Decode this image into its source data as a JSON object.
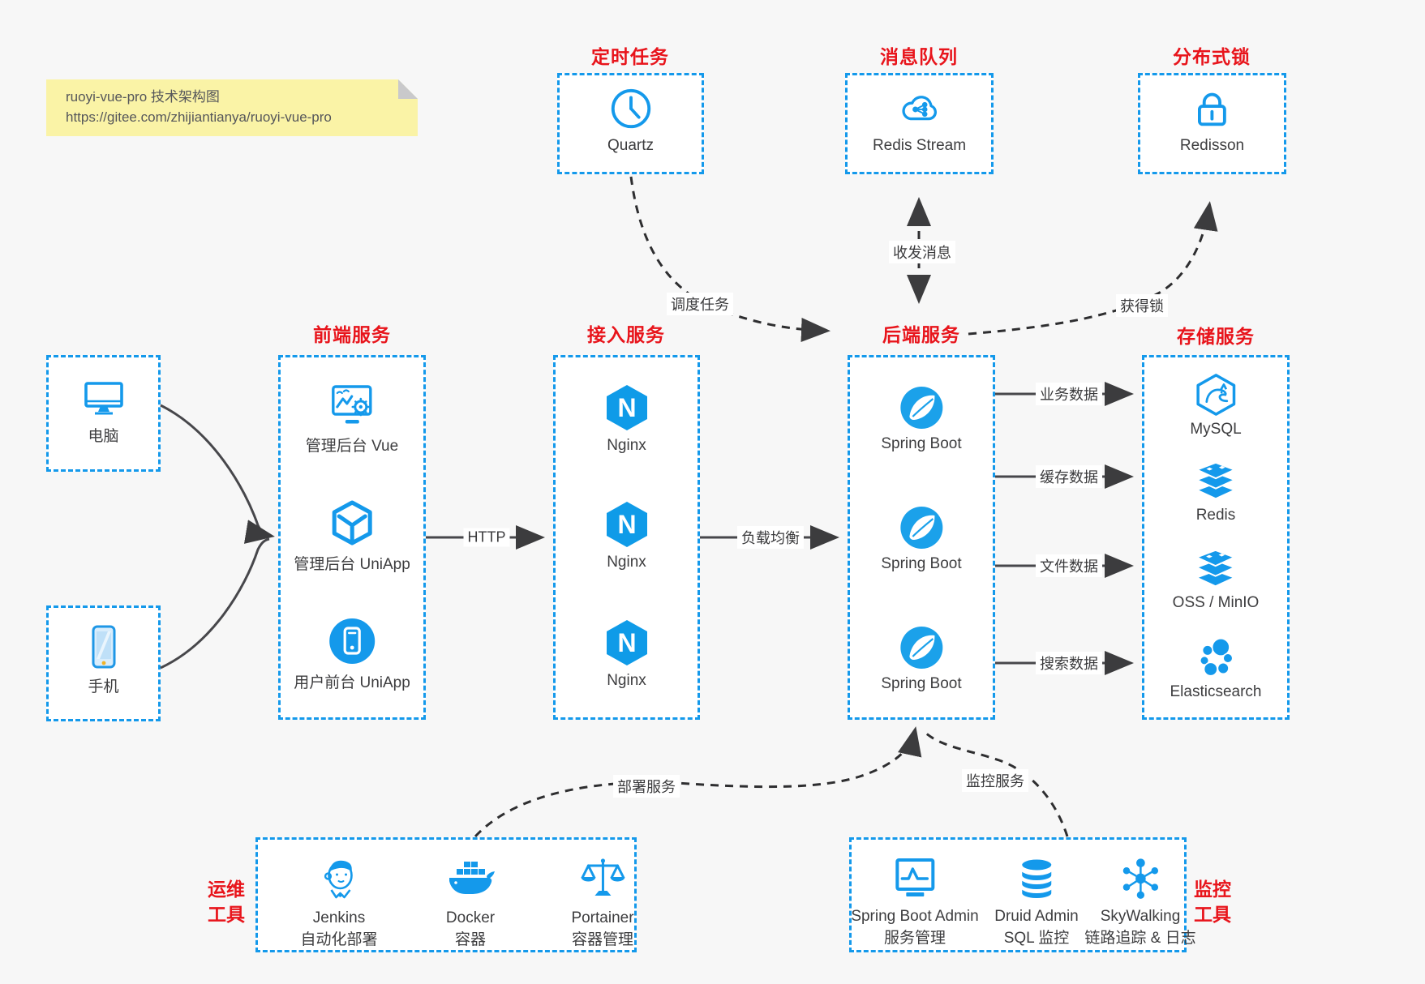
{
  "note": {
    "line1": "ruoyi-vue-pro 技术架构图",
    "line2": "https://gitee.com/zhijiantianya/ruoyi-vue-pro"
  },
  "colors": {
    "accent_blue": "#1499eb",
    "label_red": "#e8141b",
    "note_yellow": "#faf3a6",
    "arrow_dark": "#47474b"
  },
  "groups": {
    "scheduled_task": {
      "label": "定时任务",
      "node": {
        "name": "Quartz",
        "icon": "clock-icon"
      }
    },
    "message_queue": {
      "label": "消息队列",
      "node": {
        "name": "Redis Stream",
        "icon": "cloud-share-icon"
      }
    },
    "distributed_lock": {
      "label": "分布式锁",
      "node": {
        "name": "Redisson",
        "icon": "lock-icon"
      }
    },
    "clients": {
      "pc": {
        "name": "电脑",
        "icon": "desktop-icon"
      },
      "mobile": {
        "name": "手机",
        "icon": "smartphone-icon"
      }
    },
    "frontend": {
      "label": "前端服务",
      "nodes": [
        {
          "name": "管理后台 Vue",
          "icon": "admin-vue-icon"
        },
        {
          "name": "管理后台 UniApp",
          "icon": "uniapp-cube-icon"
        },
        {
          "name": "用户前台 UniApp",
          "icon": "user-uniapp-icon"
        }
      ]
    },
    "access": {
      "label": "接入服务",
      "nodes": [
        {
          "name": "Nginx",
          "icon": "nginx-icon"
        },
        {
          "name": "Nginx",
          "icon": "nginx-icon"
        },
        {
          "name": "Nginx",
          "icon": "nginx-icon"
        }
      ]
    },
    "backend": {
      "label": "后端服务",
      "nodes": [
        {
          "name": "Spring Boot",
          "icon": "spring-icon"
        },
        {
          "name": "Spring Boot",
          "icon": "spring-icon"
        },
        {
          "name": "Spring Boot",
          "icon": "spring-icon"
        }
      ]
    },
    "storage": {
      "label": "存储服务",
      "nodes": [
        {
          "name": "MySQL",
          "icon": "mysql-icon"
        },
        {
          "name": "Redis",
          "icon": "redis-stack-icon"
        },
        {
          "name": "OSS / MinIO",
          "icon": "storage-stack-icon"
        },
        {
          "name": "Elasticsearch",
          "icon": "elasticsearch-icon"
        }
      ]
    },
    "ops_tools": {
      "label_line1": "运维",
      "label_line2": "工具",
      "nodes": [
        {
          "name": "Jenkins",
          "desc": "自动化部署",
          "icon": "jenkins-icon"
        },
        {
          "name": "Docker",
          "desc": "容器",
          "icon": "docker-whale-icon"
        },
        {
          "name": "Portainer",
          "desc": "容器管理",
          "icon": "scales-icon"
        }
      ]
    },
    "monitor_tools": {
      "label_line1": "监控",
      "label_line2": "工具",
      "nodes": [
        {
          "name": "Spring Boot Admin",
          "desc": "服务管理",
          "icon": "monitor-pulse-icon"
        },
        {
          "name": "Druid Admin",
          "desc": "SQL 监控",
          "icon": "database-icon"
        },
        {
          "name": "SkyWalking",
          "desc": "链路追踪 & 日志",
          "icon": "molecule-icon"
        }
      ]
    }
  },
  "edges": {
    "http": "HTTP",
    "load_balance": "负载均衡",
    "business_data": "业务数据",
    "cache_data": "缓存数据",
    "file_data": "文件数据",
    "search_data": "搜索数据",
    "schedule_task": "调度任务",
    "send_receive_msg": "收发消息",
    "acquire_lock": "获得锁",
    "deploy_service": "部署服务",
    "monitor_service": "监控服务"
  }
}
